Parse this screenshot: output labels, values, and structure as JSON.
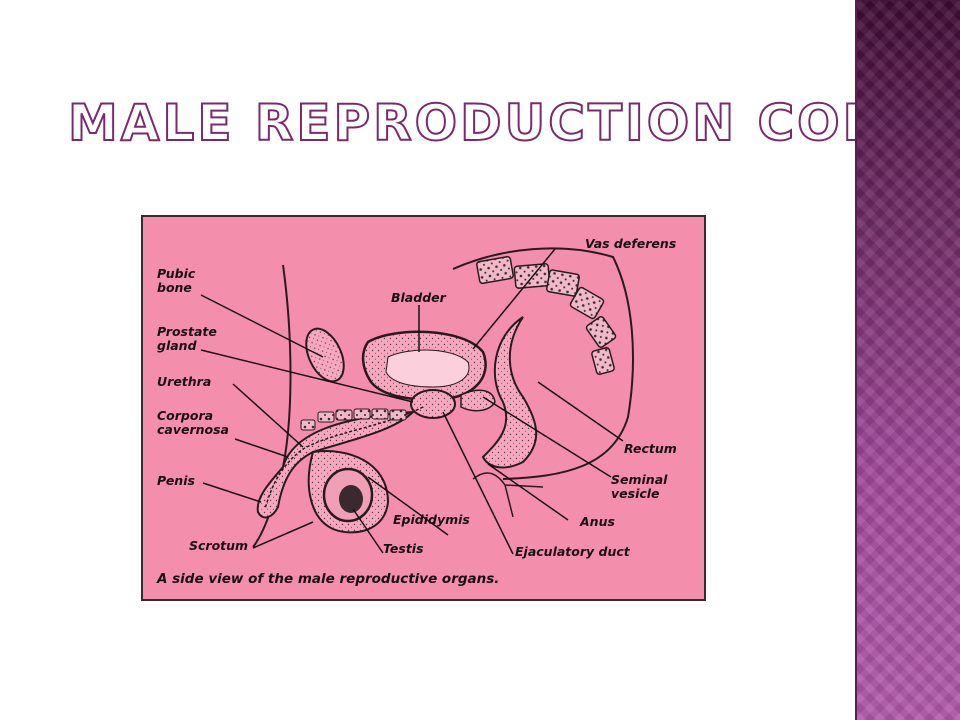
{
  "slide": {
    "title": "Male Reproduction Cont",
    "accent_band_color": "#7a2a6c"
  },
  "diagram": {
    "background_color": "#f38fad",
    "caption": "A side view of the male reproductive organs.",
    "labels": {
      "vas_deferens": "Vas deferens",
      "pubic_bone": "Pubic\nbone",
      "bladder": "Bladder",
      "prostate_gland": "Prostate\ngland",
      "urethra": "Urethra",
      "corpora_cavernosa": "Corpora\ncavernosa",
      "rectum": "Rectum",
      "seminal_vesicle": "Seminal\nvesicle",
      "penis": "Penis",
      "epididymis": "Epididymis",
      "anus": "Anus",
      "scrotum": "Scrotum",
      "testis": "Testis",
      "ejaculatory_duct": "Ejaculatory duct"
    }
  }
}
